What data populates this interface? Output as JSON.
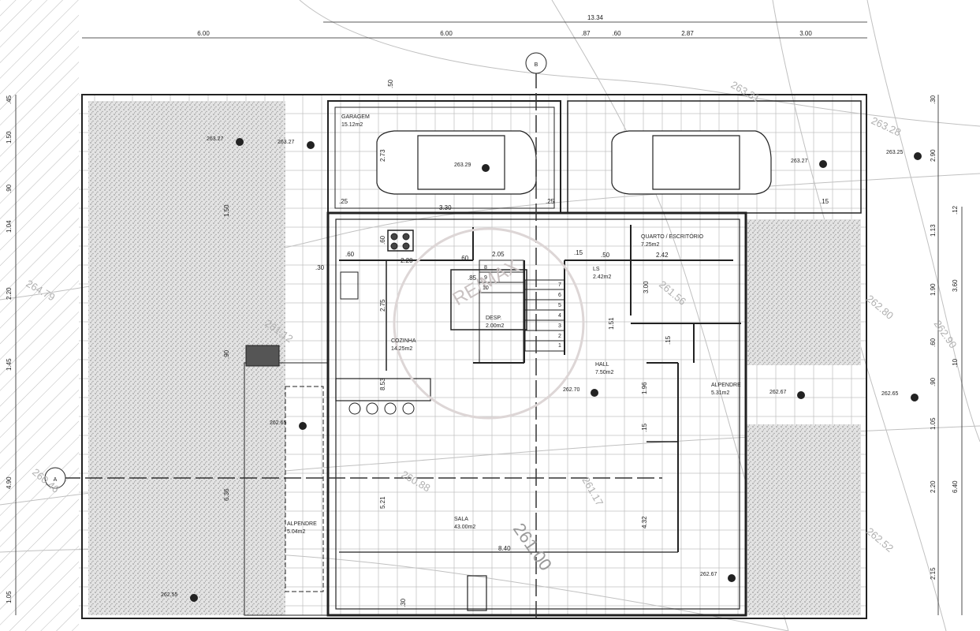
{
  "dimensions": {
    "top_total": "13.34",
    "top_left": "6.00",
    "top_segments": [
      "6.00",
      ".87",
      ".60",
      "2.87",
      "3.00"
    ],
    "left_side": [
      ".45",
      "1.50",
      ".90",
      "1.04",
      "2.20",
      "1.45",
      "4.90",
      "1.05"
    ],
    "right_side": [
      ".30",
      "2.90",
      ".12",
      "1.13",
      "1.90",
      ".60",
      ".10",
      ".90",
      "1.05",
      "2.20",
      "2.15",
      "3.60",
      "6.40"
    ],
    "inner": [
      ".50",
      ".60",
      "2.20",
      ".60",
      "2.05",
      ".15",
      ".50",
      "2.42",
      ".30",
      "2.75",
      ".60",
      "1.51",
      "3.00",
      ".15",
      ".85",
      "1.50",
      ".25",
      ".25",
      "2.73",
      "3.30",
      ".15",
      "5.21",
      "8.40",
      "4.32",
      "6.36",
      ".90",
      ".30",
      "1.96",
      ".15",
      "8.53"
    ]
  },
  "rooms": [
    {
      "name": "GARAGEM",
      "area": "15.12m2"
    },
    {
      "name": "QUARTO / ESCRITÓRIO",
      "area": "7.25m2"
    },
    {
      "name": "LS",
      "area": "2.42m2"
    },
    {
      "name": "DESP.",
      "area": "2.00m2"
    },
    {
      "name": "COZINHA",
      "area": "14.25m2"
    },
    {
      "name": "HALL",
      "area": "7.50m2"
    },
    {
      "name": "ALPENDRE",
      "area": "5.31m2"
    },
    {
      "name": "SALA",
      "area": "43.00m2"
    },
    {
      "name": "ALPENDRE",
      "area": "5.04m2"
    }
  ],
  "elevations": [
    "263.27",
    "263.27",
    "263.29",
    "263.27",
    "263.25",
    "262.70",
    "262.67",
    "262.65",
    "262.65",
    "262.67",
    "262.55",
    "263.27"
  ],
  "contour_labels": [
    "261.00",
    "261.17",
    "260.88",
    "261.56",
    "262.80",
    "262.90",
    "262.52",
    "263.28",
    "263.31",
    "264.79",
    "261.12",
    "260.46"
  ],
  "stair_numbers": [
    "1",
    "2",
    "3",
    "4",
    "5",
    "6",
    "7",
    "8",
    "9",
    "10"
  ],
  "section_markers": {
    "a": "A",
    "b": "B"
  },
  "watermark": "RE/MAX",
  "colors": {
    "line": "#222222",
    "hatch": "#888888",
    "grid": "#c8c8c8",
    "contour": "#b8b8b8",
    "watermark": "#c9c2c2"
  }
}
